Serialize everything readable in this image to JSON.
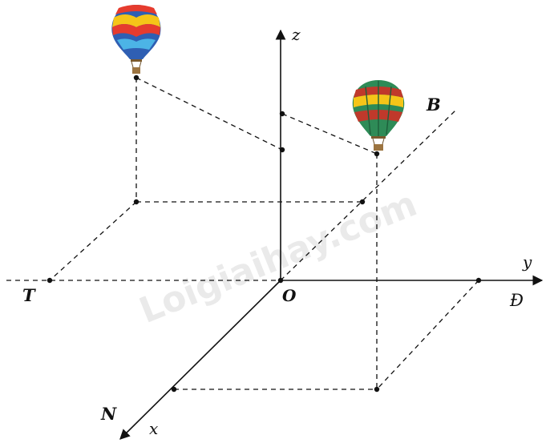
{
  "watermark": "Loigiaihay.com",
  "labels": {
    "z": "z",
    "y": "y",
    "x": "x",
    "O": "O",
    "B": "B",
    "T": "T",
    "D": "Đ",
    "N": "N"
  },
  "icons": [
    "hot-air-balloon-icon",
    "hot-air-balloon-icon"
  ],
  "colors": {
    "line": "#111111",
    "balloon1_stripes": [
      "#e63b2e",
      "#f5c518",
      "#2f5fb3",
      "#4cb4e6"
    ],
    "balloon2_stripes": [
      "#2e8b57",
      "#f5c518",
      "#c0392b"
    ]
  }
}
